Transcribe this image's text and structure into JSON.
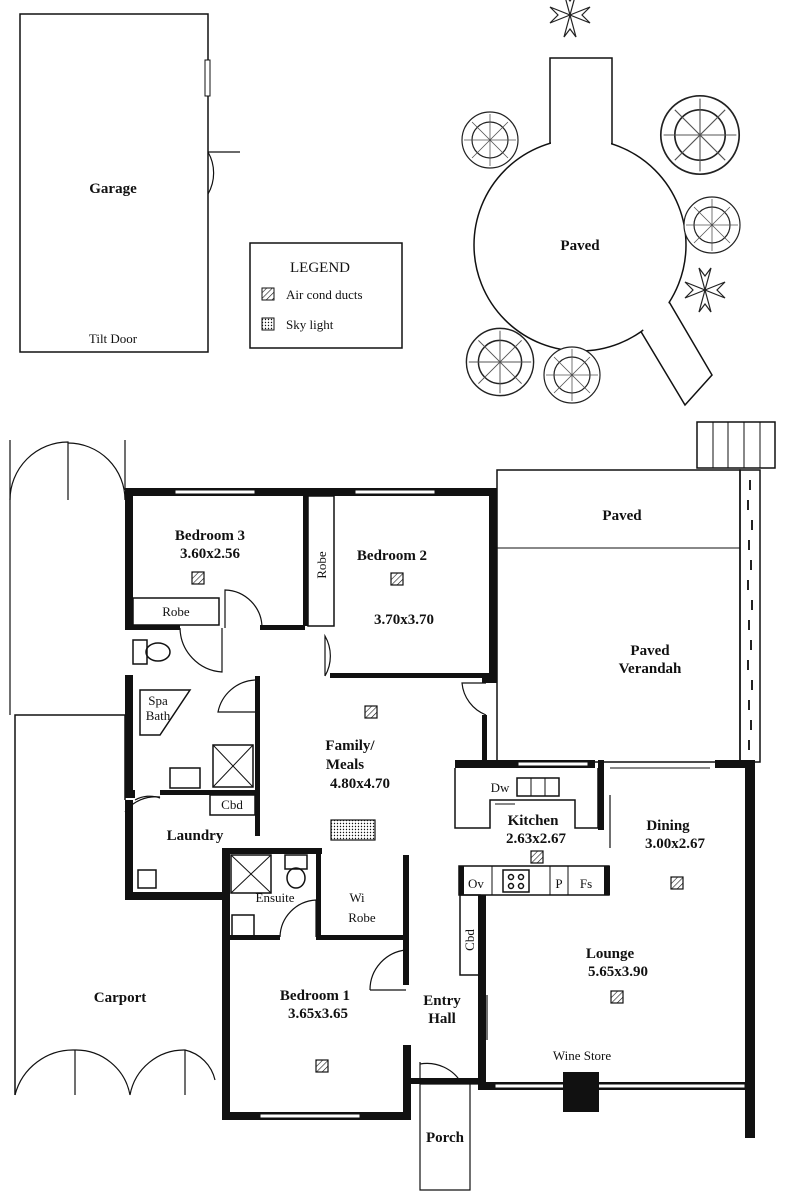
{
  "plan": {
    "garage": {
      "label": "Garage",
      "door": "Tilt Door"
    },
    "legend": {
      "title": "LEGEND",
      "items": [
        "Air cond ducts",
        "Sky light"
      ]
    },
    "paved_circle": "Paved",
    "paved_top": "Paved",
    "verandah": [
      "Paved",
      "Verandah"
    ],
    "bedroom3": {
      "name": "Bedroom 3",
      "size": "3.60x2.56",
      "robe": "Robe"
    },
    "bedroom2": {
      "name": "Bedroom 2",
      "size": "3.70x3.70",
      "robe": "Robe"
    },
    "spa_bath": [
      "Spa",
      "Bath"
    ],
    "family": {
      "name": [
        "Family/",
        "Meals"
      ],
      "size": "4.80x4.70"
    },
    "cbd_laundry": "Cbd",
    "laundry": "Laundry",
    "ensuite": "Ensuite",
    "wi_robe": [
      "Wi",
      "Robe"
    ],
    "bedroom1": {
      "name": "Bedroom 1",
      "size": "3.65x3.65"
    },
    "entry_hall": [
      "Entry",
      "Hall"
    ],
    "carport": "Carport",
    "porch": "Porch",
    "wine_store": "Wine Store",
    "lounge": {
      "name": "Lounge",
      "size": "5.65x3.90"
    },
    "dining": {
      "name": "Dining",
      "size": "3.00x2.67"
    },
    "kitchen": {
      "name": "Kitchen",
      "size": "2.63x2.67",
      "dw": "Dw",
      "ov": "Ov",
      "p": "P",
      "fs": "Fs",
      "cbd": "Cbd"
    }
  }
}
